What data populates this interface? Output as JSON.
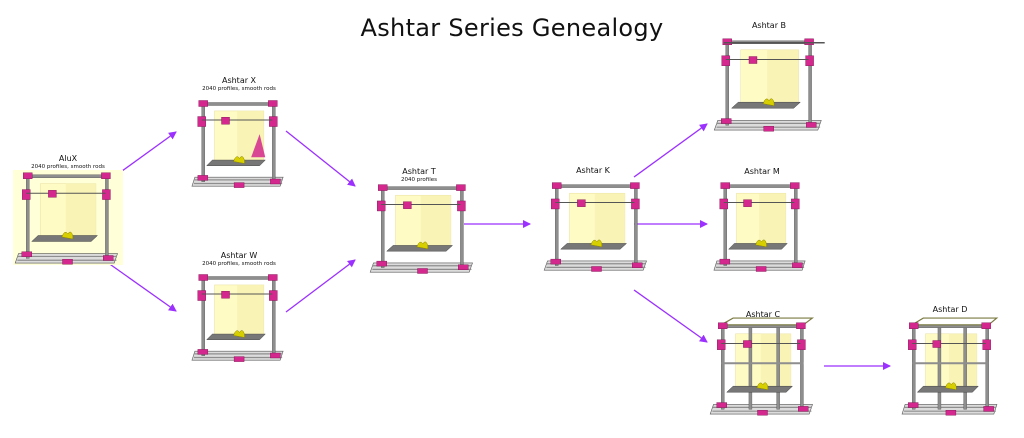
{
  "title": "Ashtar Series Genealogy",
  "colors": {
    "arrow": "#9b30ff",
    "frame": "#8e8e8e",
    "frame_dark": "#555555",
    "magenta": "#d4288e",
    "print_volume": "#fffbc4",
    "part": "#d8cf00",
    "highlight_bg": "#ffffd8"
  },
  "nodes": [
    {
      "id": "alux",
      "name": "AluX",
      "desc": "2040 profiles, smooth rods",
      "highlighted": true
    },
    {
      "id": "ashtar-x",
      "name": "Ashtar X",
      "desc": "2040 profiles, smooth rods"
    },
    {
      "id": "ashtar-w",
      "name": "Ashtar W",
      "desc": "2040 profiles, smooth rods"
    },
    {
      "id": "ashtar-t",
      "name": "Ashtar T",
      "desc": "2040 profiles"
    },
    {
      "id": "ashtar-k",
      "name": "Ashtar K",
      "desc": ""
    },
    {
      "id": "ashtar-b",
      "name": "Ashtar B",
      "desc": ""
    },
    {
      "id": "ashtar-m",
      "name": "Ashtar M",
      "desc": ""
    },
    {
      "id": "ashtar-c",
      "name": "Ashtar C",
      "desc": ""
    },
    {
      "id": "ashtar-d",
      "name": "Ashtar D",
      "desc": ""
    }
  ],
  "edges": [
    {
      "from": "alux",
      "to": "ashtar-x"
    },
    {
      "from": "alux",
      "to": "ashtar-w"
    },
    {
      "from": "ashtar-x",
      "to": "ashtar-t"
    },
    {
      "from": "ashtar-w",
      "to": "ashtar-t"
    },
    {
      "from": "ashtar-t",
      "to": "ashtar-k"
    },
    {
      "from": "ashtar-k",
      "to": "ashtar-b"
    },
    {
      "from": "ashtar-k",
      "to": "ashtar-m"
    },
    {
      "from": "ashtar-k",
      "to": "ashtar-c"
    },
    {
      "from": "ashtar-c",
      "to": "ashtar-d"
    }
  ]
}
